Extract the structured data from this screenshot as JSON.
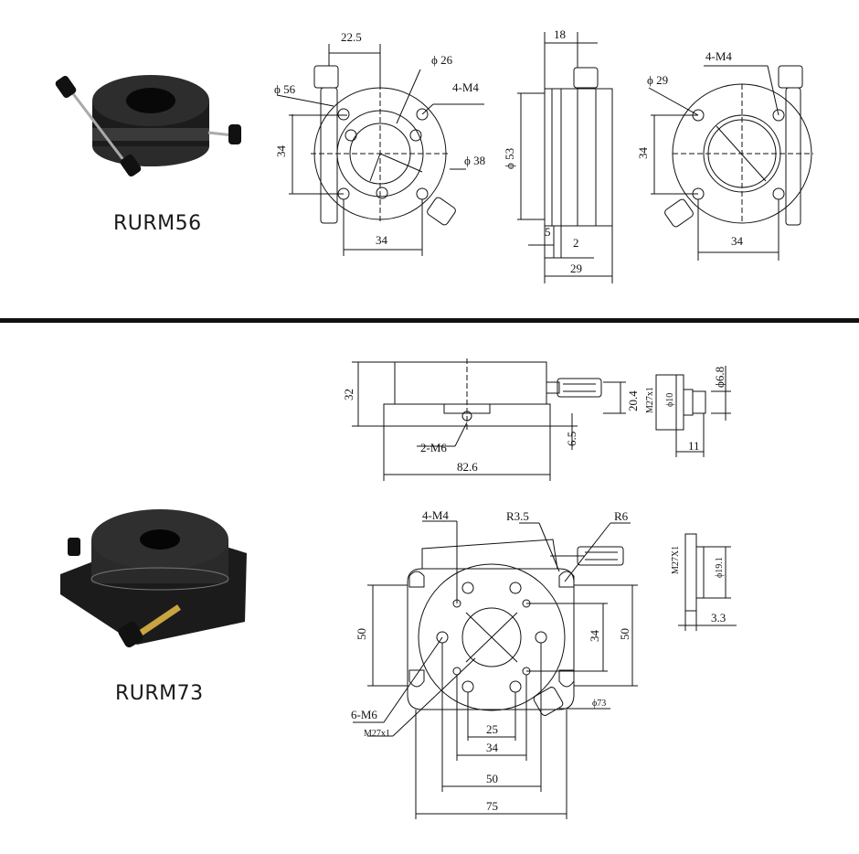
{
  "products": [
    {
      "model": "RURM56",
      "dims": {
        "top_width": "22.5",
        "outer_dia": "ϕ 56",
        "inner_dia": "ϕ 26",
        "thread": "4-M4",
        "bolt_circle": "ϕ 38",
        "vert_34": "34",
        "horiz_34": "34",
        "side_18": "18",
        "side_53": "ϕ 53",
        "side_5": "5",
        "side_2": "2",
        "side_29": "29",
        "bottom_dia": "ϕ 29",
        "bottom_thread": "4-M4",
        "bottom_vert_34": "34",
        "bottom_horiz_34": "34"
      }
    },
    {
      "model": "RURM73",
      "dims": {
        "h32": "32",
        "h20_4": "20.4",
        "h6_5": "6.5",
        "tap_2m6": "2-M6",
        "w82_6": "82.6",
        "knob_dia6_8": "ϕ6.8",
        "knob_m27": "M27x1",
        "knob_phi10": "ϕ10",
        "knob_w11": "11",
        "top_4m4": "4-M4",
        "r3_5": "R3.5",
        "r6": "R6",
        "v50_left": "50",
        "v34_right": "34",
        "v50_right": "50",
        "tap_6m6": "6-M6",
        "m27_bottom": "M27x1",
        "dia73": "ϕ73",
        "h25": "25",
        "h34": "34",
        "h50": "50",
        "h75": "75",
        "side_m27": "M27X1",
        "side_dia19_1": "ϕ19.1",
        "side_3_3": "3.3"
      }
    }
  ]
}
